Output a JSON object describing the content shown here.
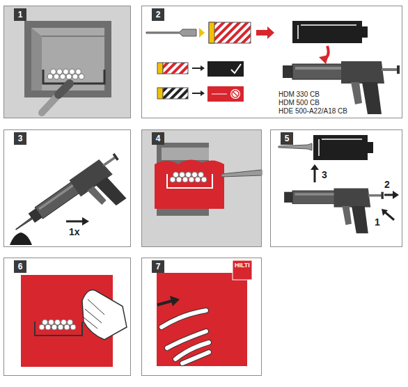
{
  "diagram": {
    "nodes": [
      {
        "text": [
          "1"
        ]
      },
      {
        "text": [
          "2"
        ]
      },
      {
        "text": [
          "3"
        ]
      },
      {
        "text": [
          "4"
        ]
      },
      {
        "text": [
          "5"
        ]
      },
      {
        "text": [
          "6"
        ]
      },
      {
        "text": [
          "7"
        ]
      }
    ],
    "labels": [
      "HDM 330 CB",
      "HDM 500 CB",
      "HDE 500-A22/A18 CB",
      "1x",
      "2",
      "1",
      "3",
      "HILTI"
    ]
  }
}
